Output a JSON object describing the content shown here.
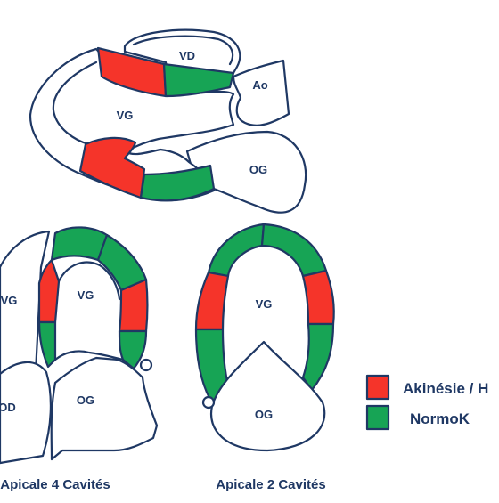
{
  "colors": {
    "akinesia": "#f5342a",
    "normok": "#17a455",
    "outline": "#1f3864",
    "text": "#1f3864"
  },
  "top_view": {
    "vd": "VD",
    "ao": "Ao",
    "vg": "VG",
    "og": "OG"
  },
  "a4c": {
    "vg_left": "VG",
    "vg": "VG",
    "od": "OD",
    "og": "OG",
    "caption": "Apicale 4 Cavités"
  },
  "a2c": {
    "vg": "VG",
    "og": "OG",
    "caption": "Apicale 2 Cavités"
  },
  "legend": {
    "akinesia": "Akinésie / H",
    "normok": "NormoK"
  }
}
